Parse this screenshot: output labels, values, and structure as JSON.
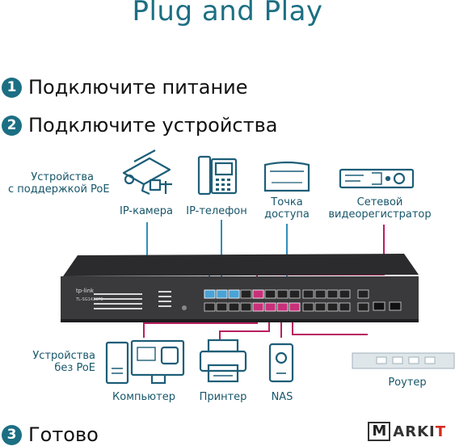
{
  "title": "Plug and Play",
  "steps": [
    {
      "num": "1",
      "text": "Подключите питание"
    },
    {
      "num": "2",
      "text": "Подключите устройства"
    },
    {
      "num": "3",
      "text": "Готово"
    }
  ],
  "poe_group_label_line1": "Устройства",
  "poe_group_label_line2": "с поддержкой PoE",
  "non_poe_group_label_line1": "Устройства",
  "non_poe_group_label_line2": "без PoE",
  "poe_devices": {
    "ip_camera": "IP-камера",
    "ip_phone": "IP-телефон",
    "access_point_line1": "Точка",
    "access_point_line2": "доступа",
    "nvr_line1": "Сетевой",
    "nvr_line2": "видеорегистратор"
  },
  "other_devices": {
    "computer": "Компьютер",
    "printer": "Принтер",
    "nas": "NAS",
    "router": "Роутер"
  },
  "switch": {
    "brand": "tp-link",
    "model": "TL-SG1428PE"
  },
  "watermark": {
    "box": "M",
    "text": "ARKI",
    "accent": "T"
  },
  "colors": {
    "title": "#1c6f83",
    "poe_line": "#2f8fbf",
    "non_poe_line": "#b8205f",
    "switch_body": "#3a3a3c",
    "icon_stroke": "#1d5e78"
  }
}
